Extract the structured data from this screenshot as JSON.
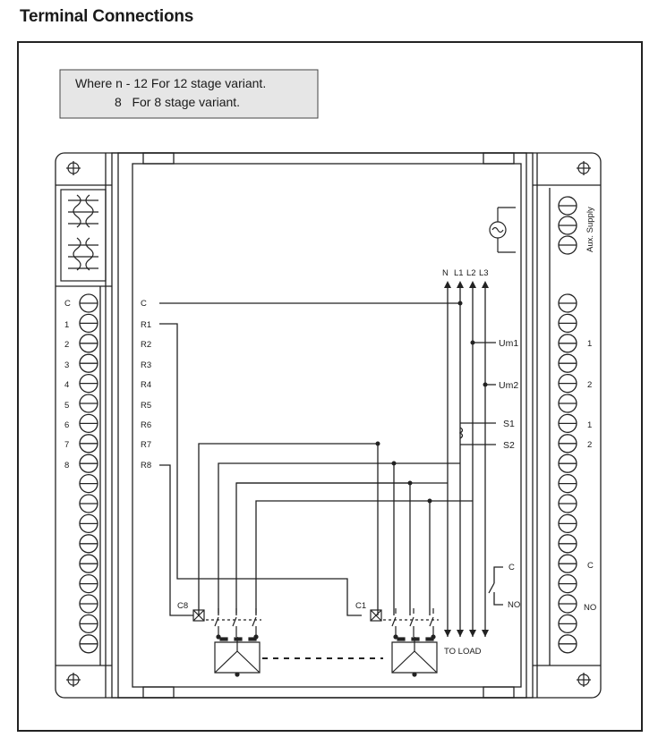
{
  "title": "Terminal Connections",
  "note": {
    "line1": "Where n - 12 For 12 stage variant.",
    "line2": "8   For 8 stage variant."
  },
  "left_terminals": [
    "C",
    "1",
    "2",
    "3",
    "4",
    "5",
    "6",
    "7",
    "8"
  ],
  "signal_labels": [
    "C",
    "R1",
    "R2",
    "R3",
    "R4",
    "R5",
    "R6",
    "R7",
    "R8"
  ],
  "phase_labels": [
    "N",
    "L1",
    "L2",
    "L3"
  ],
  "measure_labels": [
    "Um1",
    "Um2",
    "S1",
    "S2"
  ],
  "right_terminals": [
    "1",
    "2",
    "1",
    "2",
    "C",
    "NO"
  ],
  "aux_supply": "Aux. Supply",
  "capacitor_labels": [
    "C8",
    "C1"
  ],
  "to_load": "TO LOAD",
  "relay_labels": [
    "C",
    "NO"
  ]
}
